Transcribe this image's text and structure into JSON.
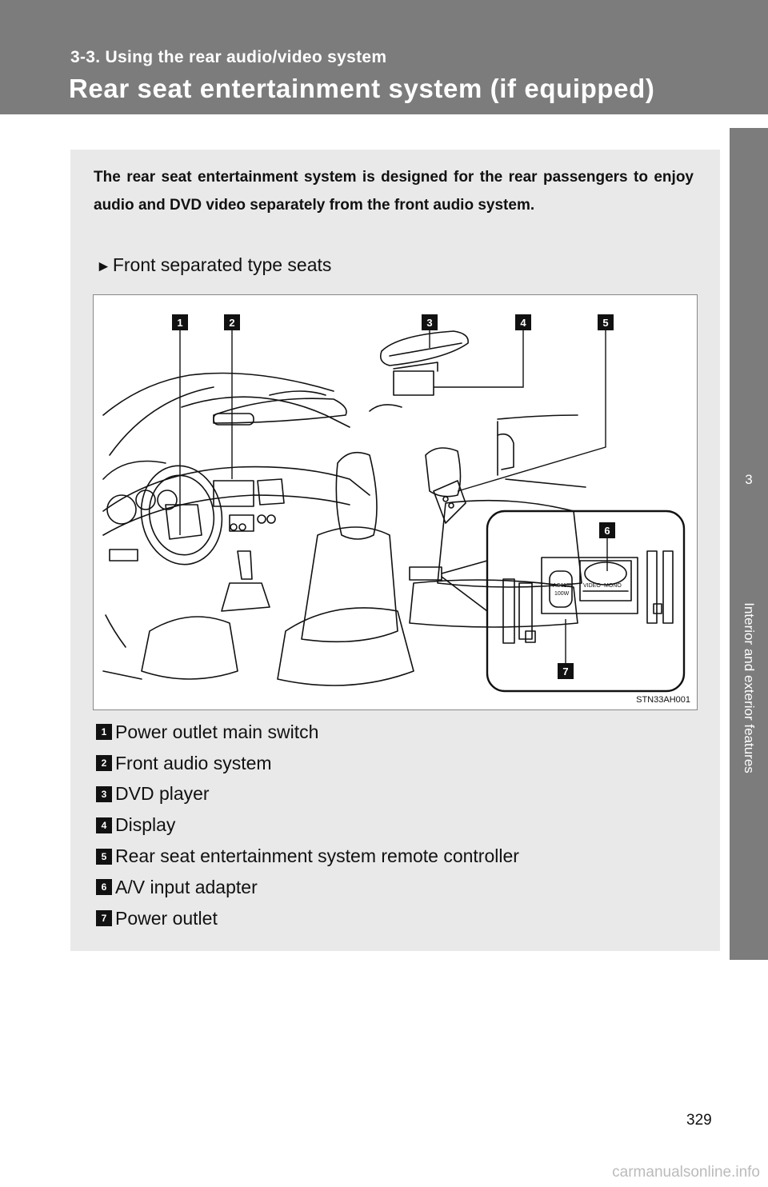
{
  "header": {
    "section_label": "3-3. Using the rear audio/video system",
    "title": "Rear seat entertainment system (if equipped)"
  },
  "side_tab": {
    "chapter_number": "3",
    "chapter_title": "Interior and exterior features"
  },
  "intro_text": "The rear seat entertainment system is designed for the rear passengers to enjoy audio and DVD video separately from the front audio system.",
  "subheading": "Front separated type seats",
  "figure": {
    "code": "STN33AH001",
    "callouts": [
      "1",
      "2",
      "3",
      "4",
      "5",
      "6",
      "7"
    ]
  },
  "legend": [
    {
      "number": "1",
      "label": "Power outlet main switch"
    },
    {
      "number": "2",
      "label": "Front audio system"
    },
    {
      "number": "3",
      "label": "DVD player"
    },
    {
      "number": "4",
      "label": "Display"
    },
    {
      "number": "5",
      "label": "Rear seat entertainment system remote controller"
    },
    {
      "number": "6",
      "label": "A/V input adapter"
    },
    {
      "number": "7",
      "label": "Power outlet"
    }
  ],
  "page_number": "329",
  "watermark": "carmanualsonline.info"
}
